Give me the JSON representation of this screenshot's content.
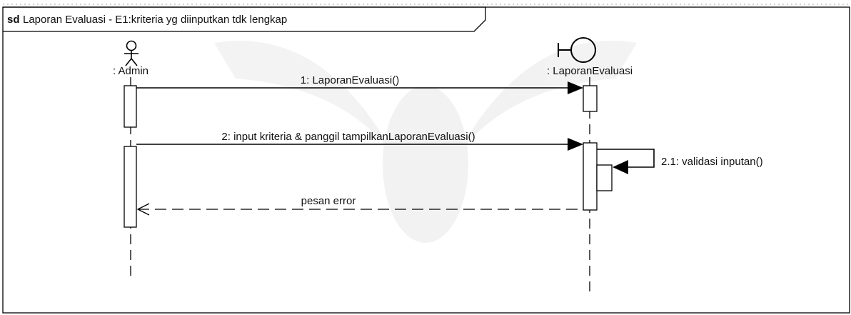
{
  "frame": {
    "kind_label": "sd",
    "title": "Laporan Evaluasi - E1:kriteria yg diinputkan tdk lengkap"
  },
  "lifelines": [
    {
      "label": ": Admin",
      "kind": "actor"
    },
    {
      "label": ": LaporanEvaluasi",
      "kind": "boundary"
    }
  ],
  "messages": [
    {
      "label": "1: LaporanEvaluasi()",
      "kind": "synchronous",
      "from": ": Admin",
      "to": ": LaporanEvaluasi"
    },
    {
      "label": "2: input kriteria & panggil tampilkanLaporanEvaluasi()",
      "kind": "synchronous",
      "from": ": Admin",
      "to": ": LaporanEvaluasi"
    },
    {
      "label": "2.1: validasi inputan()",
      "kind": "self",
      "from": ": LaporanEvaluasi",
      "to": ": LaporanEvaluasi"
    },
    {
      "label": "pesan error",
      "kind": "return",
      "from": ": LaporanEvaluasi",
      "to": ": Admin"
    }
  ]
}
